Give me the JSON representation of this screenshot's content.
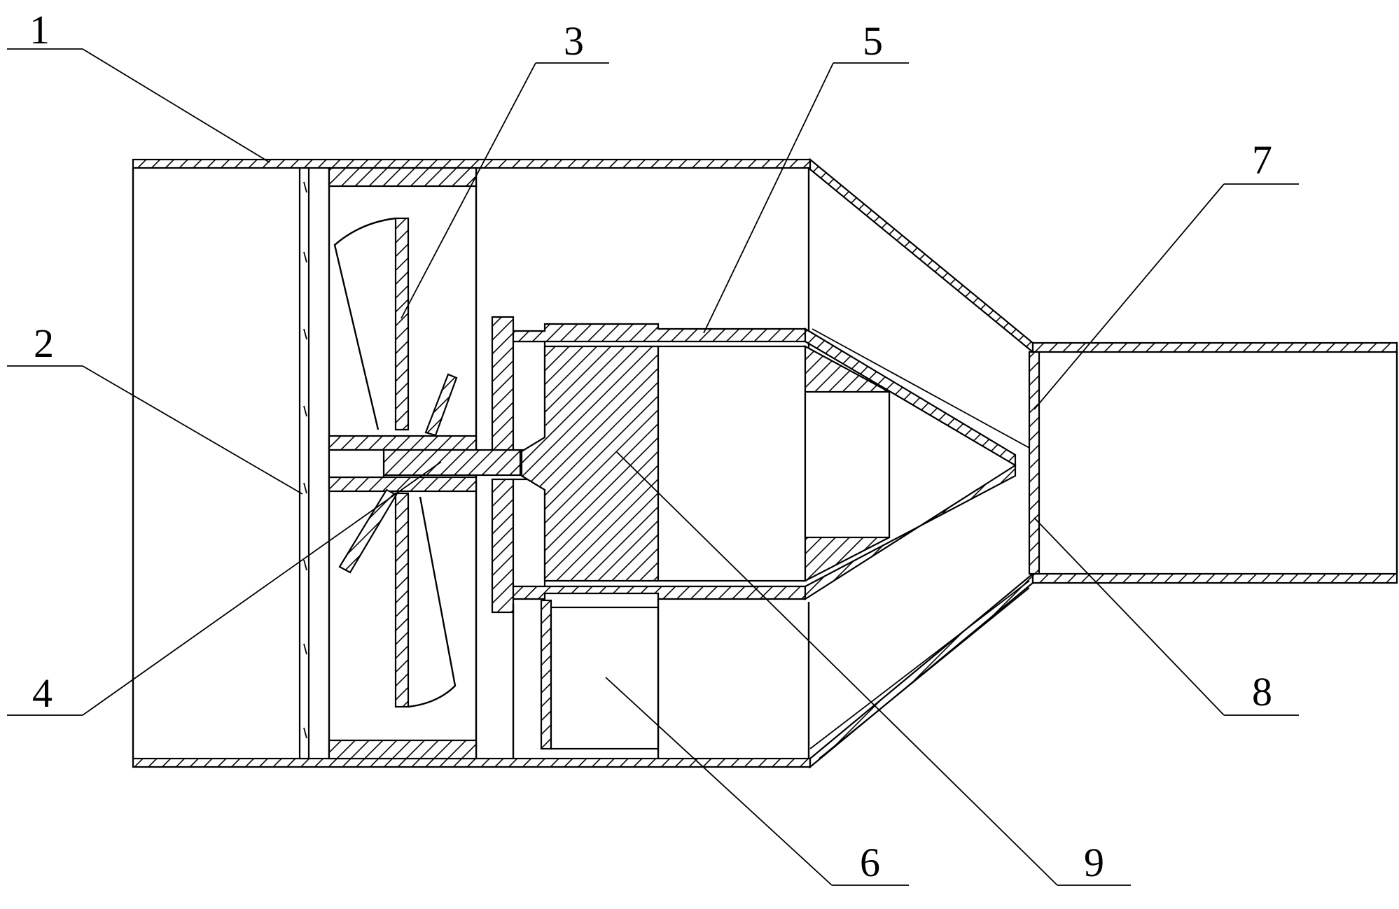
{
  "diagram": {
    "labels": [
      {
        "id": "1",
        "text": "1"
      },
      {
        "id": "2",
        "text": "2"
      },
      {
        "id": "3",
        "text": "3"
      },
      {
        "id": "4",
        "text": "4"
      },
      {
        "id": "5",
        "text": "5"
      },
      {
        "id": "6",
        "text": "6"
      },
      {
        "id": "7",
        "text": "7"
      },
      {
        "id": "8",
        "text": "8"
      },
      {
        "id": "9",
        "text": "9"
      }
    ],
    "colors": {
      "line": "#000000",
      "background": "#ffffff"
    }
  }
}
